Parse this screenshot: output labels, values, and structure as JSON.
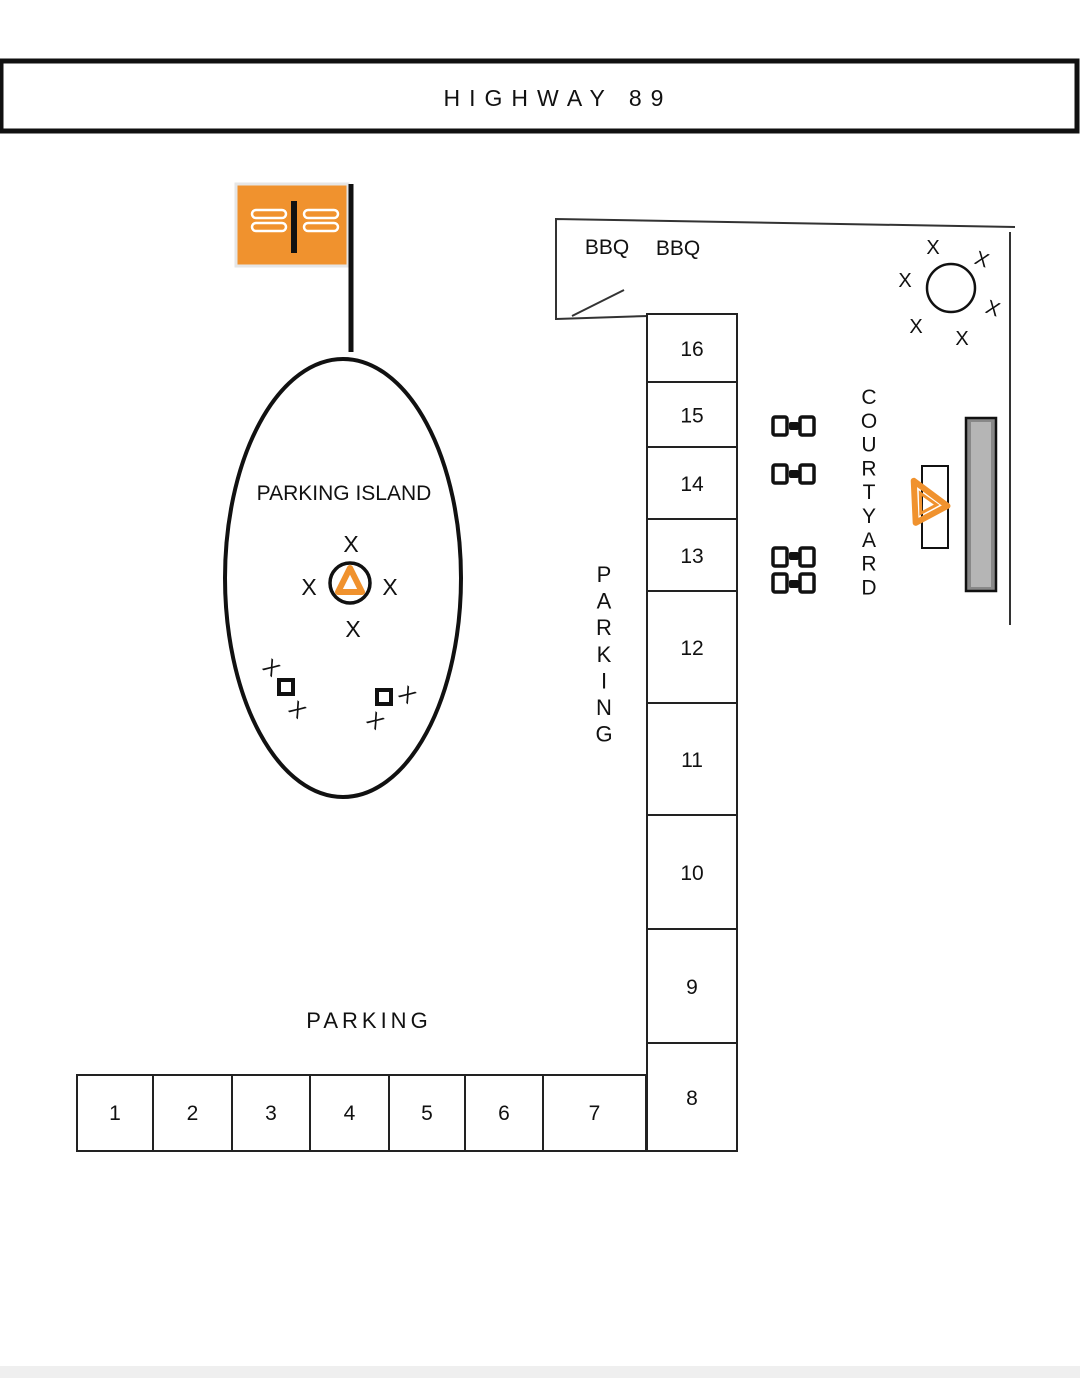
{
  "highway": {
    "label": "HIGHWAY 89"
  },
  "bbq": {
    "labels": [
      "BBQ",
      "BBQ"
    ]
  },
  "parking_island": {
    "label": "PARKING ISLAND"
  },
  "labels": {
    "parking_lower": "PARKING",
    "parking_vertical": "PARKING",
    "courtyard": "COURTYARD"
  },
  "spots_bottom": [
    "1",
    "2",
    "3",
    "4",
    "5",
    "6",
    "7"
  ],
  "spots_column": [
    "8",
    "9",
    "10",
    "11",
    "12",
    "13",
    "14",
    "15",
    "16"
  ],
  "markers": {
    "x": "X"
  },
  "colors": {
    "accent": "#f0922e",
    "line": "#111111",
    "background": "#ffffff"
  }
}
